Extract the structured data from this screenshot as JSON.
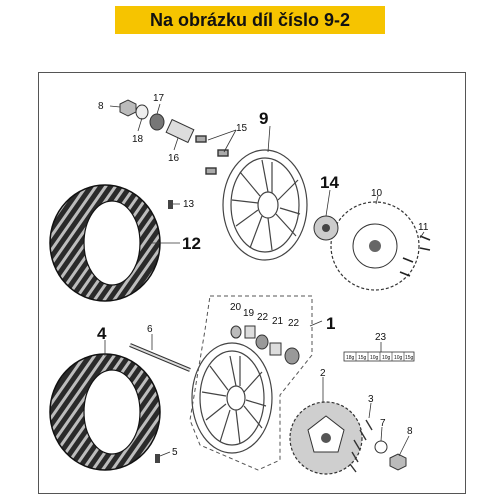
{
  "banner": {
    "title": "Na obrázku díl číslo 9-2",
    "color": "#f6c400"
  },
  "callouts": {
    "c1": "1",
    "c2": "2",
    "c3": "3",
    "c4": "4",
    "c5": "5",
    "c6": "6",
    "c7": "7",
    "c8a": "8",
    "c8b": "8",
    "c9": "9",
    "c10": "10",
    "c11": "11",
    "c12": "12",
    "c13": "13",
    "c14": "14",
    "c15": "15",
    "c16": "16",
    "c17": "17",
    "c18": "18",
    "c19": "19",
    "c20": "20",
    "c21": "21",
    "c22a": "22",
    "c22b": "22",
    "c23": "23"
  },
  "label_strip": [
    "18g",
    "15g",
    "10g",
    "10g",
    "10g",
    "15g"
  ]
}
